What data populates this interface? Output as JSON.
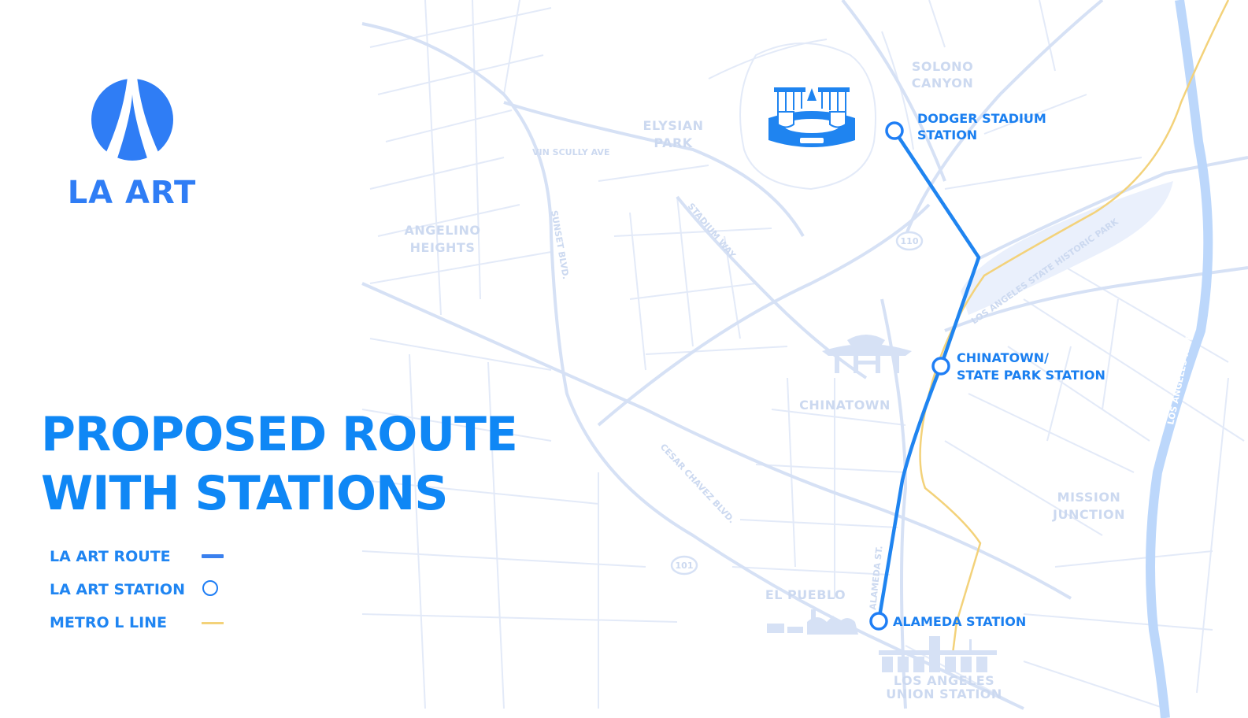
{
  "brand": {
    "name": "LA ART"
  },
  "headline": {
    "line1": "PROPOSED ROUTE",
    "line2": "WITH STATIONS"
  },
  "legend": {
    "route": "LA ART ROUTE",
    "station": "LA ART STATION",
    "metro": "METRO L LINE"
  },
  "stations": {
    "dodger": {
      "line1": "DODGER STADIUM",
      "line2": "STATION"
    },
    "chinatown": {
      "line1": "CHINATOWN/",
      "line2": "STATE PARK STATION"
    },
    "alameda": {
      "line1": "ALAMEDA STATION"
    }
  },
  "neighborhoods": {
    "solono": {
      "line1": "SOLONO",
      "line2": "CANYON"
    },
    "elysian": {
      "line1": "ELYSIAN",
      "line2": "PARK"
    },
    "angelino": {
      "line1": "ANGELINO",
      "line2": "HEIGHTS"
    },
    "chinatown": {
      "line1": "CHINATOWN"
    },
    "mission": {
      "line1": "MISSION",
      "line2": "JUNCTION"
    },
    "elpueblo": {
      "line1": "EL PUEBLO"
    },
    "union": {
      "line1": "LOS ANGELES",
      "line2": "UNION STATION"
    }
  },
  "streets": {
    "vin_scully": "VIN SCULLY AVE",
    "sunset": "SUNSET BLVD.",
    "stadium_way": "STADIUM WAY",
    "cesar_chavez": "CESAR CHAVEZ BLVD.",
    "alameda": "ALAMEDA ST.",
    "state_park": "LOS ANGELES STATE HISTORIC PARK",
    "river": "LOS ANGELES RIVER"
  },
  "shields": {
    "hwy110": "110",
    "hwy101": "101"
  },
  "colors": {
    "brand": "#2f7df5",
    "headline": "#0f87f5",
    "route": "#1f84f0",
    "station_label": "#1a7ff0",
    "streets": "#dde6f7",
    "river": "#bcd7fb",
    "metro": "#f3d27a",
    "neighborhood": "#ccd9f0"
  }
}
